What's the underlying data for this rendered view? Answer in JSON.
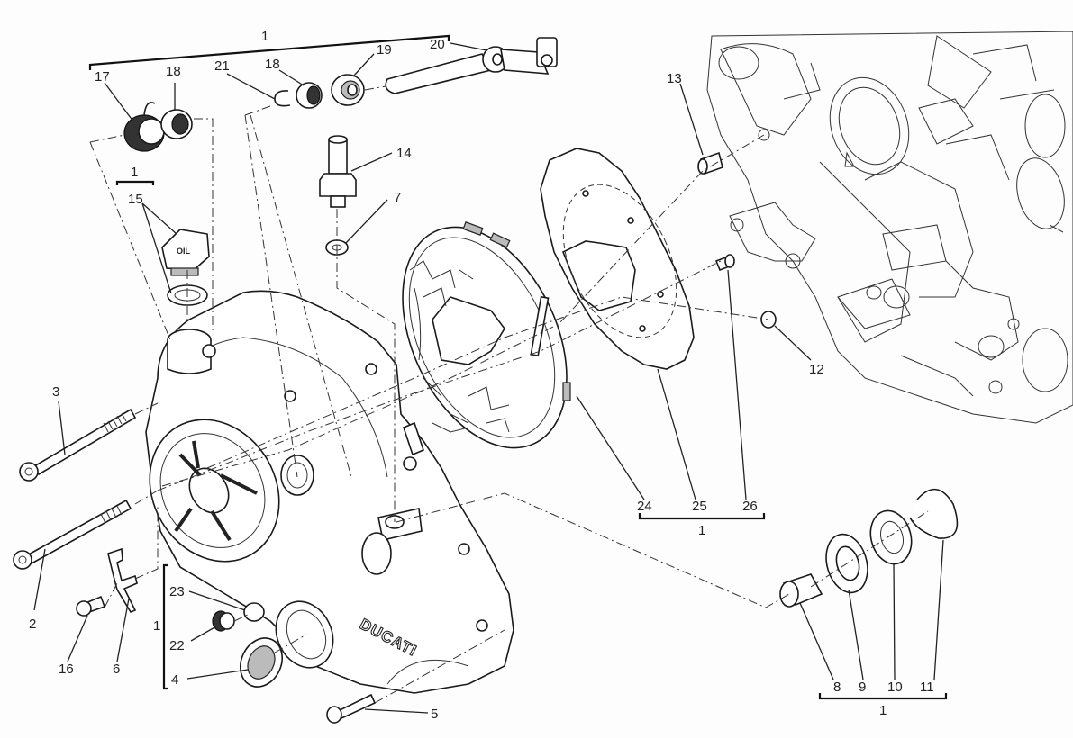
{
  "diagram": {
    "title": "Clutch cover exploded view",
    "brand_mark": "DUCATI",
    "oil_cap_text": "OIL",
    "parts": [
      {
        "ref": "2",
        "name": "screw-long-lower"
      },
      {
        "ref": "3",
        "name": "screw-long-upper"
      },
      {
        "ref": "4",
        "name": "inspection-cap"
      },
      {
        "ref": "5",
        "name": "screw-bottom"
      },
      {
        "ref": "6",
        "name": "bracket"
      },
      {
        "ref": "7",
        "name": "sealing-washer"
      },
      {
        "ref": "8",
        "name": "bushing"
      },
      {
        "ref": "9",
        "name": "oil-seal"
      },
      {
        "ref": "10",
        "name": "washer"
      },
      {
        "ref": "11",
        "name": "circlip"
      },
      {
        "ref": "12",
        "name": "o-ring"
      },
      {
        "ref": "13",
        "name": "dowel"
      },
      {
        "ref": "14",
        "name": "oil-pressure-sensor"
      },
      {
        "ref": "15",
        "name": "oil-filler-cap"
      },
      {
        "ref": "16",
        "name": "screw-bracket"
      },
      {
        "ref": "17",
        "name": "spring"
      },
      {
        "ref": "18",
        "name": "bushing-small"
      },
      {
        "ref": "19",
        "name": "seal"
      },
      {
        "ref": "20",
        "name": "shaft-lever"
      },
      {
        "ref": "21",
        "name": "clip"
      },
      {
        "ref": "22",
        "name": "plug"
      },
      {
        "ref": "23",
        "name": "washer-small"
      },
      {
        "ref": "24",
        "name": "clutch-cover-inner"
      },
      {
        "ref": "25",
        "name": "gasket"
      },
      {
        "ref": "26",
        "name": "screw-gasket"
      }
    ],
    "group_label": "1",
    "groups": {
      "top": {
        "label": "1",
        "members": [
          "17",
          "18",
          "21",
          "18",
          "19",
          "20"
        ]
      },
      "cap": {
        "label": "1",
        "members": [
          "15"
        ]
      },
      "gasket": {
        "label": "1",
        "members": [
          "24",
          "25",
          "26"
        ]
      },
      "seal": {
        "label": "1",
        "members": [
          "8",
          "9",
          "10",
          "11"
        ]
      },
      "side": {
        "label": "1",
        "members": [
          "23",
          "22",
          "4"
        ]
      }
    },
    "labels": {
      "g1": "1",
      "g1b": "1",
      "g1c": "1",
      "g1d": "1",
      "g1e": "1",
      "p2": "2",
      "p3": "3",
      "p4": "4",
      "p5": "5",
      "p6": "6",
      "p7": "7",
      "p8": "8",
      "p9": "9",
      "p10": "10",
      "p11": "11",
      "p12": "12",
      "p13": "13",
      "p14": "14",
      "p15": "15",
      "p16": "16",
      "p17": "17",
      "p18a": "18",
      "p18b": "18",
      "p19": "19",
      "p20": "20",
      "p21": "21",
      "p22": "22",
      "p23": "23",
      "p24": "24",
      "p25": "25",
      "p26": "26"
    }
  }
}
